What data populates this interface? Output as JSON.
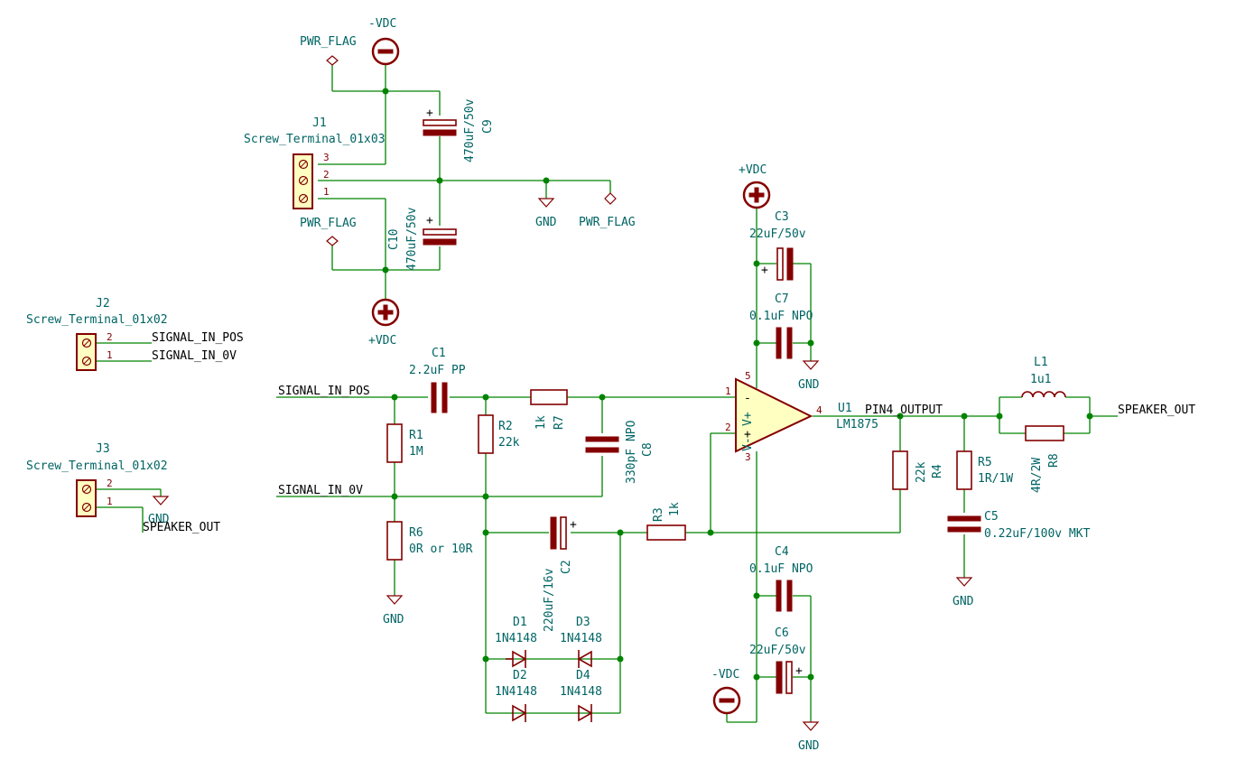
{
  "components": {
    "J1": {
      "ref": "J1",
      "value": "Screw_Terminal_01x03",
      "pins": [
        "3",
        "2",
        "1"
      ]
    },
    "J2": {
      "ref": "J2",
      "value": "Screw_Terminal_01x02",
      "pins": [
        "2",
        "1"
      ]
    },
    "J3": {
      "ref": "J3",
      "value": "Screw_Terminal_01x02",
      "pins": [
        "2",
        "1"
      ]
    },
    "C9": {
      "ref": "C9",
      "value": "470uF/50v"
    },
    "C10": {
      "ref": "C10",
      "value": "470uF/50v"
    },
    "C1": {
      "ref": "C1",
      "value": "2.2uF PP"
    },
    "C2": {
      "ref": "C2",
      "value": "220uF/16v"
    },
    "C3": {
      "ref": "C3",
      "value": "22uF/50v"
    },
    "C4": {
      "ref": "C4",
      "value": "0.1uF NPO"
    },
    "C5": {
      "ref": "C5",
      "value": "0.22uF/100v MKT"
    },
    "C6": {
      "ref": "C6",
      "value": "22uF/50v"
    },
    "C7": {
      "ref": "C7",
      "value": "0.1uF NPO"
    },
    "C8": {
      "ref": "C8",
      "value": "330pF NPO"
    },
    "R1": {
      "ref": "R1",
      "value": "1M"
    },
    "R2": {
      "ref": "R2",
      "value": "22k"
    },
    "R3": {
      "ref": "R3",
      "value": "1k"
    },
    "R4": {
      "ref": "R4",
      "value": "22k"
    },
    "R5": {
      "ref": "R5",
      "value": "1R/1W"
    },
    "R6": {
      "ref": "R6",
      "value": "0R or 10R"
    },
    "R7": {
      "ref": "R7",
      "value": "1k"
    },
    "R8": {
      "ref": "R8",
      "value": "4R/2W"
    },
    "L1": {
      "ref": "L1",
      "value": "1u1"
    },
    "D1": {
      "ref": "D1",
      "value": "1N4148"
    },
    "D2": {
      "ref": "D2",
      "value": "1N4148"
    },
    "D3": {
      "ref": "D3",
      "value": "1N4148"
    },
    "D4": {
      "ref": "D4",
      "value": "1N4148"
    },
    "U1": {
      "ref": "U1",
      "value": "LM1875",
      "pins": [
        "1",
        "2",
        "3",
        "4",
        "5"
      ],
      "minus_sign": "-",
      "plus_sign": "+",
      "vplus": "V+",
      "vminus": "V-"
    }
  },
  "power": {
    "neg": "-VDC",
    "pos": "+VDC",
    "gnd": "GND",
    "flag": "PWR_FLAG"
  },
  "nets": {
    "sig_pos": "SIGNAL_IN_POS",
    "sig_0v": "SIGNAL_IN_0V",
    "spk_out": "SPEAKER_OUT",
    "pin4": "PIN4_OUTPUT",
    "gnd": "GND"
  },
  "symbols": {
    "plus": "+"
  },
  "colors": {
    "wire": "#008400",
    "component": "#840000",
    "label": "#006464",
    "connector_fill": "#ffffc2"
  }
}
